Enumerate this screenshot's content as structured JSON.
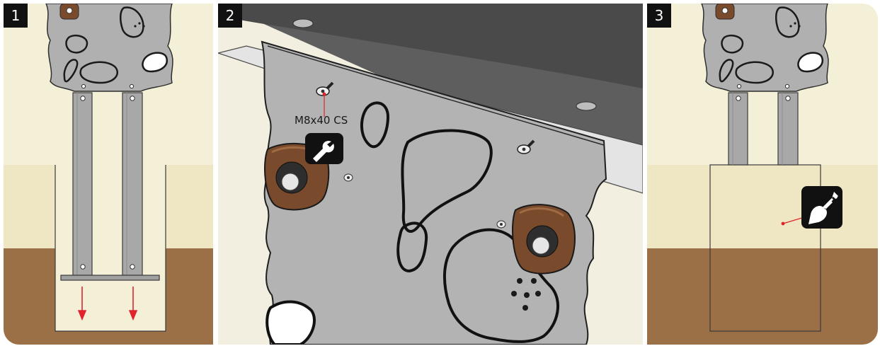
{
  "steps": [
    {
      "number": "1"
    },
    {
      "number": "2",
      "callout": "M8x40 CS",
      "icon": "wrench-icon"
    },
    {
      "number": "3",
      "icon": "shovel-icon"
    }
  ],
  "colors": {
    "sky": "#f4f0d8",
    "sand": "#efe6c4",
    "soil": "#9b7046",
    "steel": "#a6a6a6",
    "plate": "#b4b4b4",
    "grip": "#7a4a2c",
    "arrow": "#e0242c",
    "badge": "#111111"
  }
}
